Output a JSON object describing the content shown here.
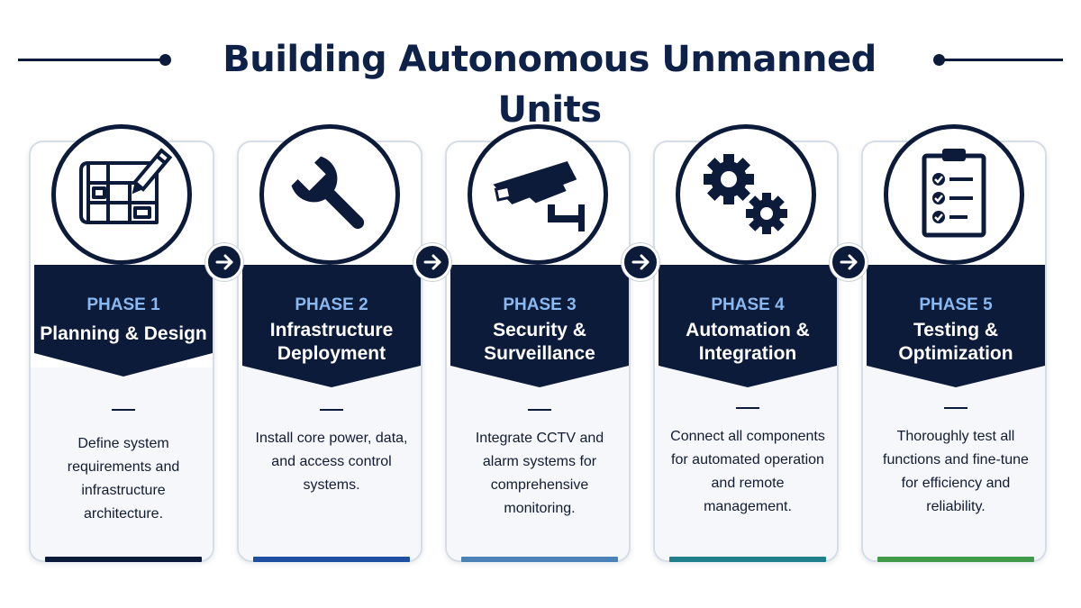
{
  "title": "Building Autonomous Unmanned Units",
  "colors": {
    "navy": "#0d1b3a",
    "phase_label": "#8ab8f0",
    "bar_1": "#0d1b3a",
    "bar_2": "#1f4fa0",
    "bar_3": "#4a82b8",
    "bar_4": "#1f7f8a",
    "bar_5": "#3f9a4a"
  },
  "phases": [
    {
      "label": "PHASE 1",
      "title_lines": [
        "Planning & Design"
      ],
      "description": "Define system requirements and infrastructure architecture.",
      "icon": "blueprint-pencil-icon"
    },
    {
      "label": "PHASE 2",
      "title_lines": [
        "Infrastructure",
        "Deployment"
      ],
      "description": "Install core power, data, and access control systems.",
      "icon": "wrench-icon"
    },
    {
      "label": "PHASE 3",
      "title_lines": [
        "Security &",
        "Surveillance"
      ],
      "description": "Integrate CCTV and alarm systems for comprehensive monitoring.",
      "icon": "cctv-camera-icon"
    },
    {
      "label": "PHASE 4",
      "title_lines": [
        "Automation &",
        "Integration"
      ],
      "description": "Connect all components for automated operation and remote management.",
      "icon": "gears-icon"
    },
    {
      "label": "PHASE 5",
      "title_lines": [
        "Testing &",
        "Optimization"
      ],
      "description": "Thoroughly test all functions and fine-tune for efficiency and reliability.",
      "icon": "checklist-clipboard-icon"
    }
  ],
  "connector_icon": "arrow-right-icon"
}
